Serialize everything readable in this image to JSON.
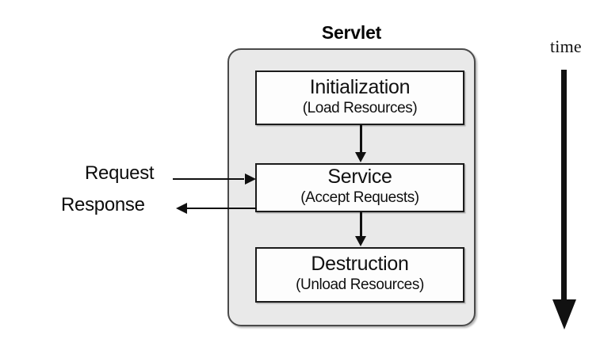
{
  "diagram": {
    "title": "Servlet",
    "container_label": "Servlet",
    "phases": [
      {
        "name": "Initialization",
        "detail": "(Load Resources)"
      },
      {
        "name": "Service",
        "detail": "(Accept Requests)"
      },
      {
        "name": "Destruction",
        "detail": "(Unload Resources)"
      }
    ],
    "io": {
      "request_label": "Request",
      "response_label": "Response"
    },
    "time_axis": {
      "label": "time",
      "direction": "downward"
    },
    "colors": {
      "container_fill": "#e9e9e9",
      "container_stroke": "#4a4a4a",
      "box_fill": "#fdfdfd",
      "box_stroke": "#1b1b1b",
      "arrow": "#101010",
      "text": "#101010",
      "page_background": "#ffffff"
    }
  }
}
